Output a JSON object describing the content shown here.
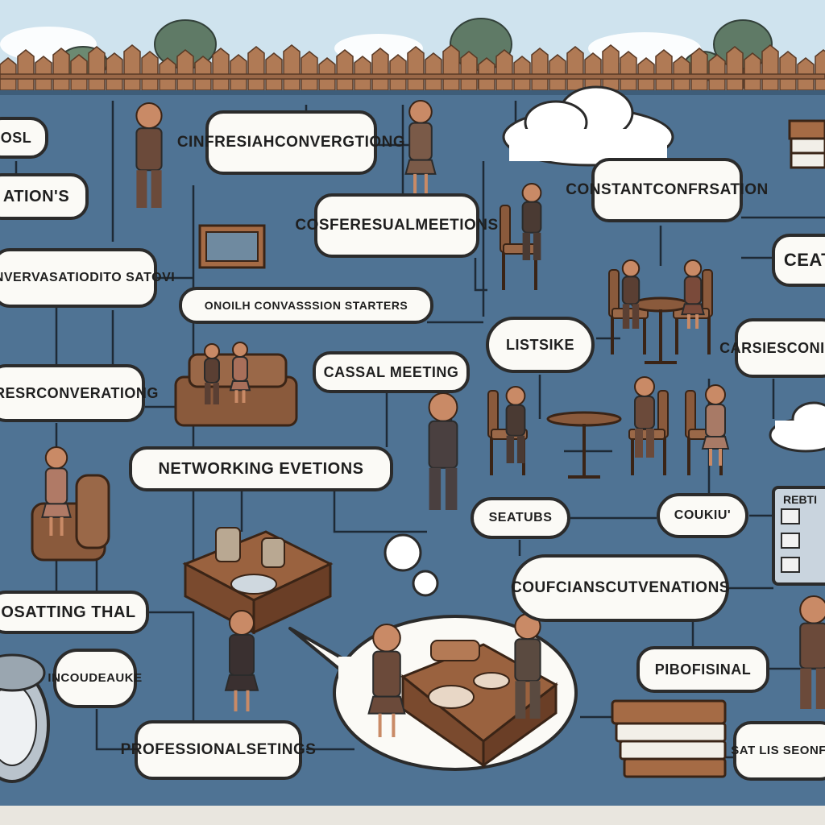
{
  "labels": {
    "rosl": "OSL",
    "ations": "ATION'S",
    "conv_satovi_1": "CONVERVASATIODI",
    "conv_satovi_2": "TO SATOVI",
    "serers_1": "SERESR",
    "serers_2": "CONVERATIONG",
    "cinfresiah_1": "CINFRESIAH",
    "cinfresiah_2": "CONVERGTIONG",
    "cosferesual_1": "COSFERESUAL",
    "cosferesual_2": "MEETIONS",
    "starters": "ONOILH CONVASSSION STARTERS",
    "casual": "CASSAL MEETING",
    "networking": "NETWORKING EVETIONS",
    "constant_1": "CONSTANT",
    "constant_2": "CONFRSATION",
    "listsike": "LISTSIKE",
    "ceat": "CEAT",
    "carsies_1": "CARSIES",
    "carsies_2": "CONISPA",
    "seatubs": "SEATUBS",
    "coukiu": "COUKIU'",
    "coufcian_1": "COUFCIAN",
    "coufcian_2": "SCUTVENATIONS",
    "sating": "OSATTING THAL",
    "incoud_1": "INCOUD",
    "incoud_2": "EAUKE",
    "professional_1": "PROFESSIONAL",
    "professional_2": "SETINGS",
    "pibofisinal": "PIBOFISINAL",
    "satlis_1": "SAT LIS SE",
    "satlis_2": "ONFIG",
    "screen_title": "REBTI"
  },
  "colors": {
    "board": "#4f7394",
    "sky": "#cfe3ee",
    "fence": "#b07a55",
    "line": "#1e2a36",
    "bubble": "#fbfaf6",
    "wood": "#8a5a3c",
    "skin": "#c98a66",
    "suit": "#6b4a3a"
  }
}
